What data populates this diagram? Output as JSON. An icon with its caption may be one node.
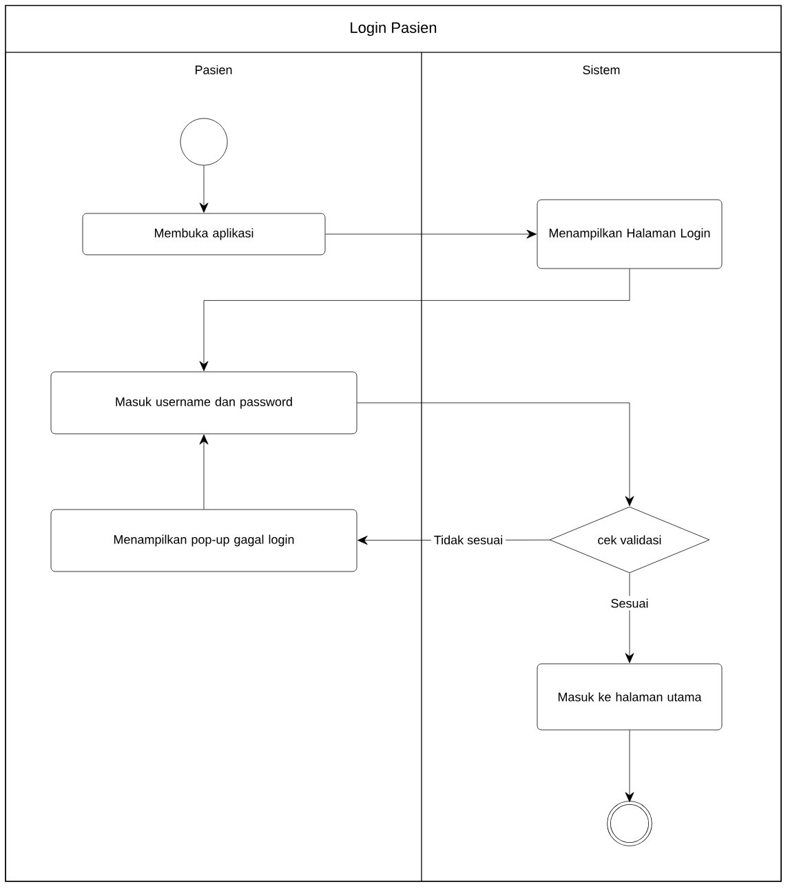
{
  "diagram": {
    "title": "Login Pasien",
    "nodes": [
      {
        "text": [
          "Pasien"
        ]
      },
      {
        "text": [
          "Sistem"
        ]
      },
      {
        "text": [],
        "shape": "circle",
        "in": 0
      },
      {
        "text": [
          "Membuka aplikasi"
        ],
        "in": 0
      },
      {
        "text": [
          "Menampilkan Halaman Login"
        ],
        "in": 1
      },
      {
        "text": [
          "Masuk username dan password"
        ],
        "in": 0
      },
      {
        "text": [
          "Menampilkan pop-up gagal login"
        ],
        "in": 0
      },
      {
        "text": [
          "cek validasi"
        ],
        "in": 1
      },
      {
        "text": [
          "Masuk ke halaman utama"
        ],
        "in": 1
      },
      {
        "text": [],
        "shape": "circle",
        "in": 1
      }
    ],
    "edges": [
      {
        "from": 2,
        "to": 3,
        "arrow": "to"
      },
      {
        "from": 3,
        "to": 4,
        "arrow": "to"
      },
      {
        "from": 4,
        "to": 5,
        "arrow": "to"
      },
      {
        "from": 5,
        "to": 7,
        "arrow": "to"
      },
      {
        "from": 7,
        "to": 6,
        "arrow": "to",
        "label": "Tidak sesuai"
      },
      {
        "from": 6,
        "to": 5,
        "arrow": "to"
      },
      {
        "from": 7,
        "to": 8,
        "arrow": "to",
        "label": "Sesuai"
      },
      {
        "from": 8,
        "to": 9,
        "arrow": "to"
      }
    ]
  }
}
